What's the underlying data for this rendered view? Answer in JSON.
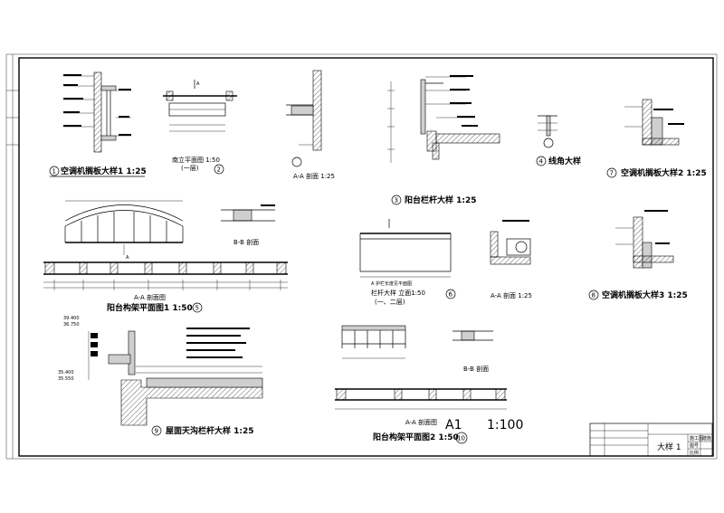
{
  "details": {
    "d1": {
      "num": "1",
      "title": "空调机搁板大样1 1:25"
    },
    "d2": {
      "num": "2",
      "plan": "南立平面图 1:50",
      "note": "(一层)"
    },
    "d2aa": {
      "title": "A-A 剖面 1:25"
    },
    "d3": {
      "num": "3",
      "title": "阳台栏杆大样 1:25"
    },
    "d4": {
      "num": "4",
      "title": "线角大样"
    },
    "d5": {
      "num": "5",
      "section": "A-A 剖面图",
      "title": "阳台构架平面图1 1:50",
      "bb": "B-B 剖面"
    },
    "d6": {
      "num": "6",
      "label": "栏杆大样 立面1:50",
      "note": "(一、二层)",
      "aa": "A-A 剖面 1:25"
    },
    "d7": {
      "num": "7",
      "title": "空调机搁板大样2 1:25"
    },
    "d8": {
      "num": "8",
      "title": "空调机搁板大样3 1:25"
    },
    "d9": {
      "num": "9",
      "title": "屋面天沟栏杆大样 1:25",
      "elev1": "39.400",
      "elev2": "36.750",
      "elev3": "35.400",
      "elev4": "35.550"
    },
    "d10": {
      "num": "10",
      "title": "阳台构架平面图2 1:50",
      "section": "A-A 剖面图",
      "bb": "B-B 剖面"
    }
  },
  "sheet": {
    "size": "A1",
    "scale": "1:100"
  },
  "title_block": {
    "title": "大样 1",
    "label1": "施工图",
    "label2": "图号",
    "label3": "建施",
    "label4": "比例"
  }
}
